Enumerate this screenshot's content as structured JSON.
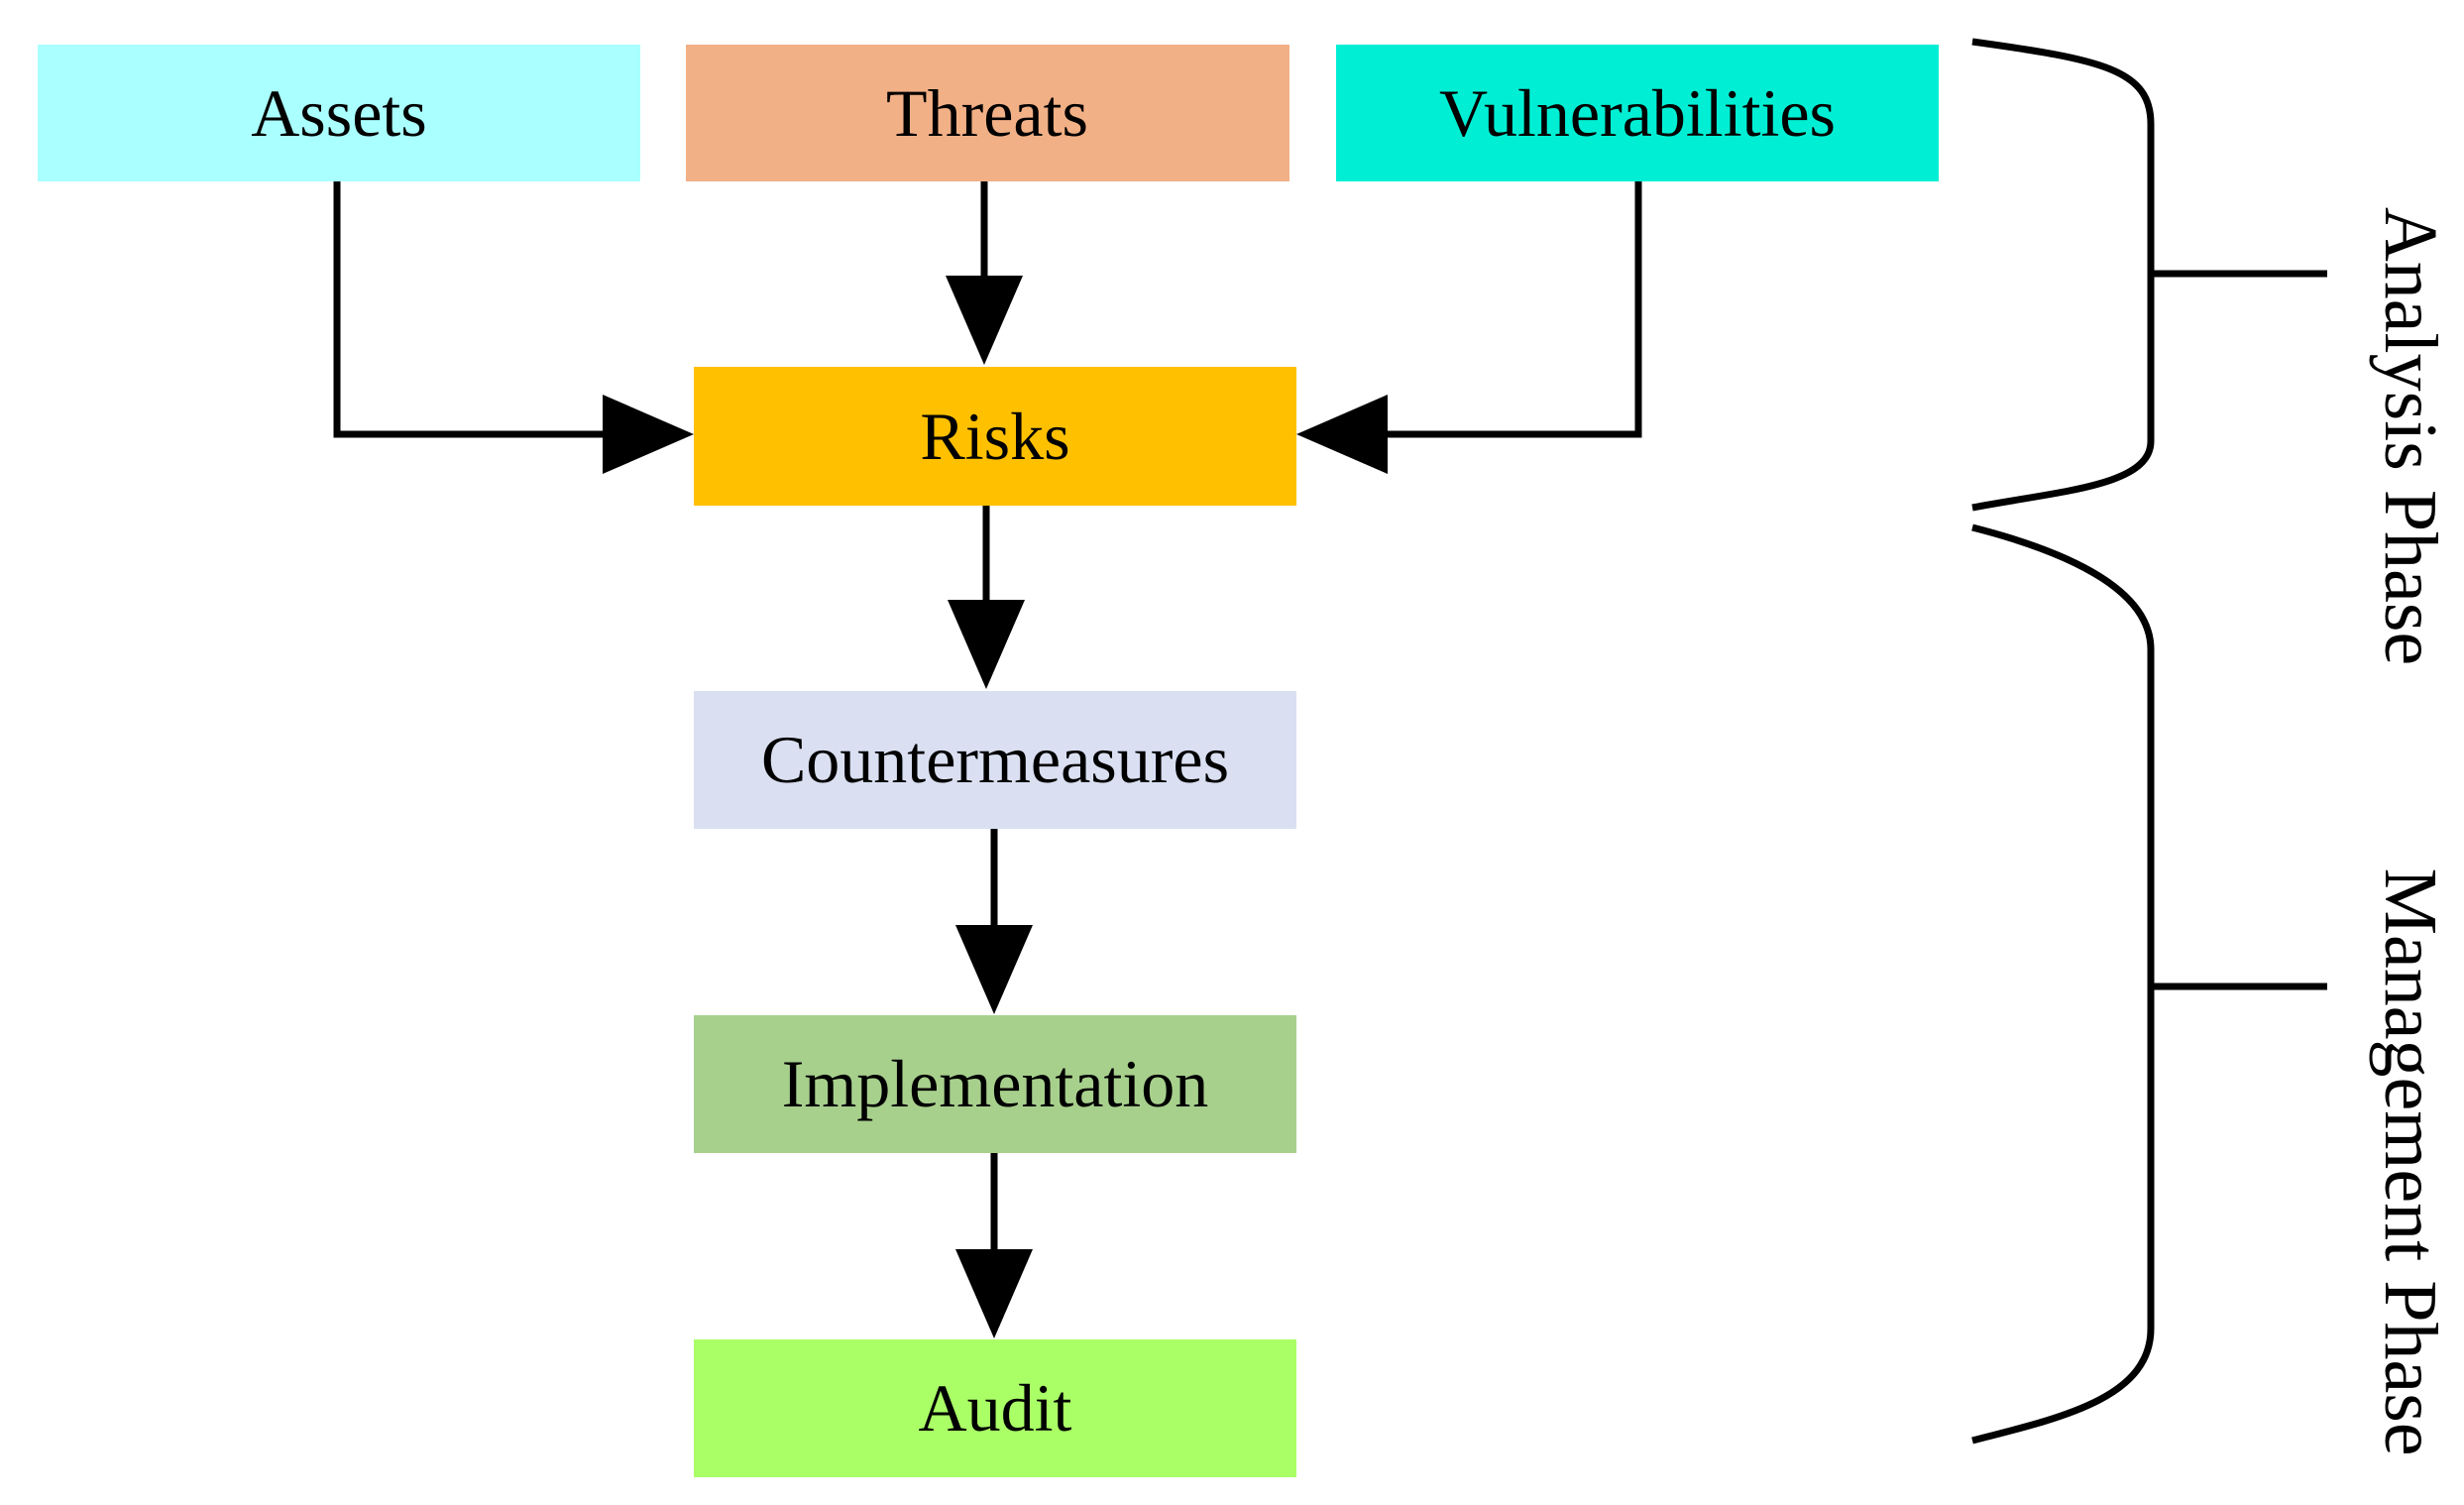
{
  "nodes": {
    "assets": {
      "label": "Assets",
      "color": "#aaffff"
    },
    "threats": {
      "label": "Threats",
      "color": "#f2b086"
    },
    "vulnerabilities": {
      "label": "Vulnerabilities",
      "color": "#00efd4"
    },
    "risks": {
      "label": "Risks",
      "color": "#ffc000"
    },
    "countermeasures": {
      "label": "Countermeasures",
      "color": "#dae0f2"
    },
    "implementation": {
      "label": "Implementation",
      "color": "#a8d08d"
    },
    "audit": {
      "label": "Audit",
      "color": "#aaff66"
    }
  },
  "edges": [
    {
      "from": "assets",
      "to": "risks"
    },
    {
      "from": "threats",
      "to": "risks"
    },
    {
      "from": "vulnerabilities",
      "to": "risks"
    },
    {
      "from": "risks",
      "to": "countermeasures"
    },
    {
      "from": "countermeasures",
      "to": "implementation"
    },
    {
      "from": "implementation",
      "to": "audit"
    }
  ],
  "phases": {
    "analysis": {
      "label": "Analysis Phase"
    },
    "management": {
      "label": "Management Phase"
    }
  }
}
